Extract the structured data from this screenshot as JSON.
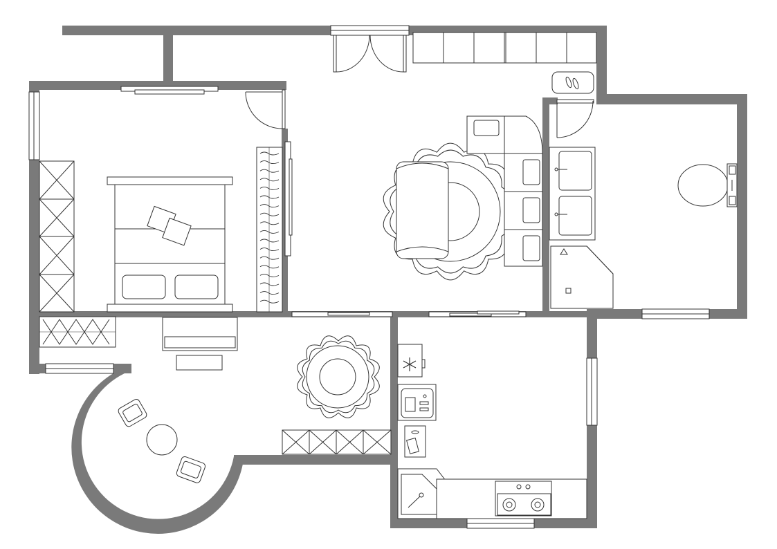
{
  "colors": {
    "wall": "#7a7a7a",
    "line": "#333333",
    "background": "#ffffff"
  },
  "rooms": [
    {
      "name": "bedroom"
    },
    {
      "name": "living-room"
    },
    {
      "name": "bathroom"
    },
    {
      "name": "dining-area"
    },
    {
      "name": "kitchen"
    }
  ],
  "icons": [
    "snowflake-icon",
    "faucet-icon",
    "burner-icon",
    "pillow-icon",
    "slipper-icon"
  ]
}
